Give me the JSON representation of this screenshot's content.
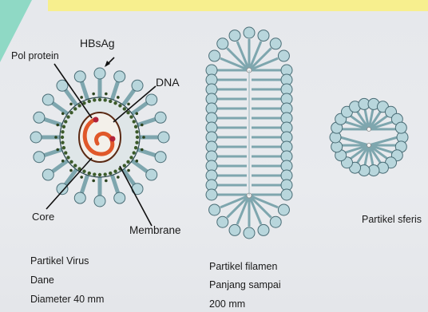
{
  "labels": {
    "hbsag": "HBsAg",
    "pol_protein": "Pol protein",
    "dna": "DNA",
    "core": "Core",
    "membrane": "Membrane",
    "partikel_sferis": "Partikel sferis"
  },
  "captions": {
    "dane": [
      "Partikel Virus",
      "Dane",
      "Diameter 40 mm"
    ],
    "filamen": [
      "Partikel filamen",
      "Panjang sampai",
      "200 mm"
    ]
  },
  "colors": {
    "bead": "#b8d6dc",
    "bead_stroke": "#4a6d76",
    "stalk": "#7ea6ae",
    "core": "#e0582a",
    "background": "#e7eaee"
  }
}
